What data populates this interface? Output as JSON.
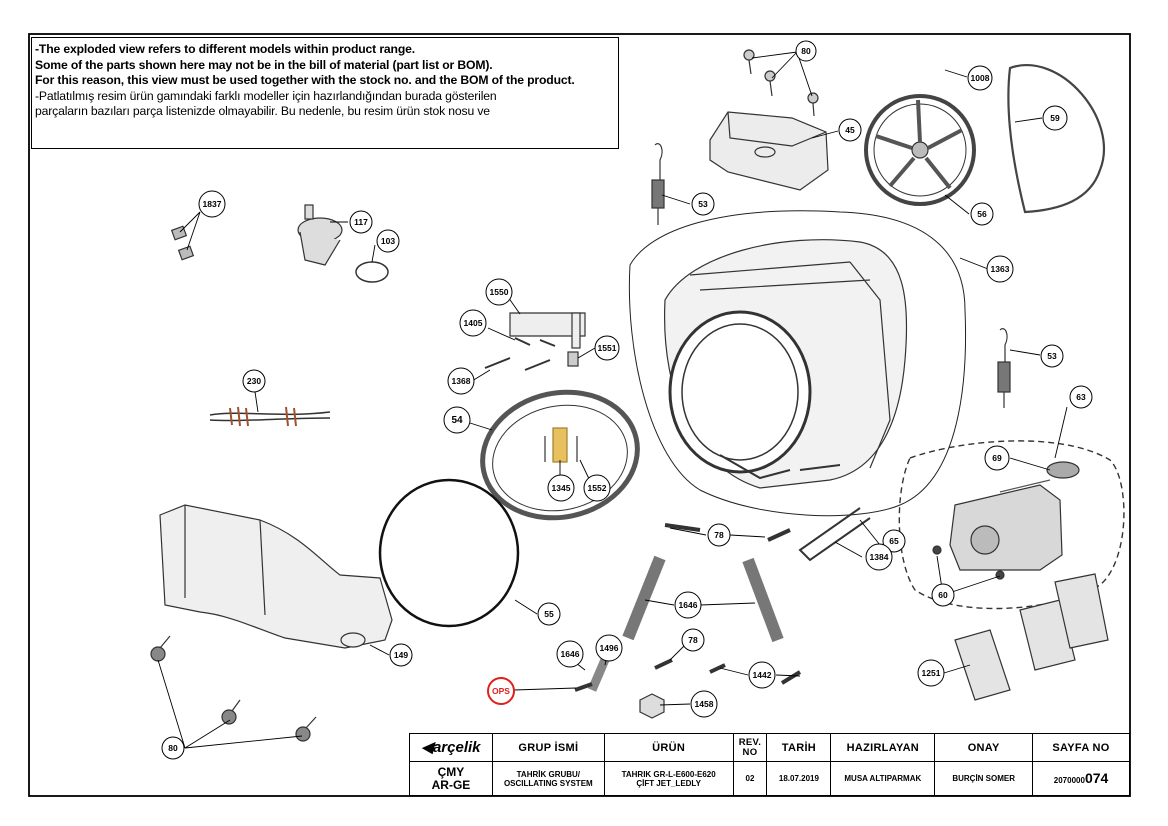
{
  "notes": [
    "-The exploded view refers to different models within product range.",
    "Some of the parts shown here may not be in the bill of material (part list or BOM).",
    "For this reason, this view must be used together with the stock no. and the BOM of the product.",
    "-Patlatılmış resim ürün gamındaki farklı modeller için hazırlandığından burada gösterilen",
    "parçaların bazıları parça listenizde olmayabilir. Bu nedenle, bu resim ürün stok nosu ve"
  ],
  "callouts": [
    "80",
    "1008",
    "59",
    "45",
    "56",
    "53",
    "1363",
    "1837",
    "117",
    "103",
    "1550",
    "1405",
    "1551",
    "1368",
    "230",
    "54",
    "53",
    "1345",
    "1552",
    "63",
    "69",
    "78",
    "65",
    "1384",
    "55",
    "149",
    "1646",
    "60",
    "1646",
    "1496",
    "78",
    "OPS",
    "1442",
    "1458",
    "1251",
    "80"
  ],
  "title_block": {
    "brand": "arçelik",
    "headers": [
      "GRUP İSMİ",
      "ÜRÜN",
      "REV. NO",
      "TARİH",
      "HAZIRLAYAN",
      "ONAY",
      "SAYFA NO"
    ],
    "cmy_line1": "ÇMY",
    "cmy_line2": "AR-GE",
    "group_line1": "TAHRİK GRUBU/",
    "group_line2": "OSCILLATING SYSTEM",
    "product_line1": "TAHRIK GR-L-E600-E620",
    "product_line2": "ÇİFT JET_LEDLY",
    "rev": "02",
    "date": "18.07.2019",
    "prepared": "MUSA ALTIPARMAK",
    "approved": "BURÇİN SOMER",
    "page_prefix": "2070000",
    "page_suffix": "074"
  },
  "colors": {
    "line": "#000000",
    "ops_callout": "#e0201b",
    "parts": "#3a3a3a",
    "fill": "#e6e6e6"
  }
}
